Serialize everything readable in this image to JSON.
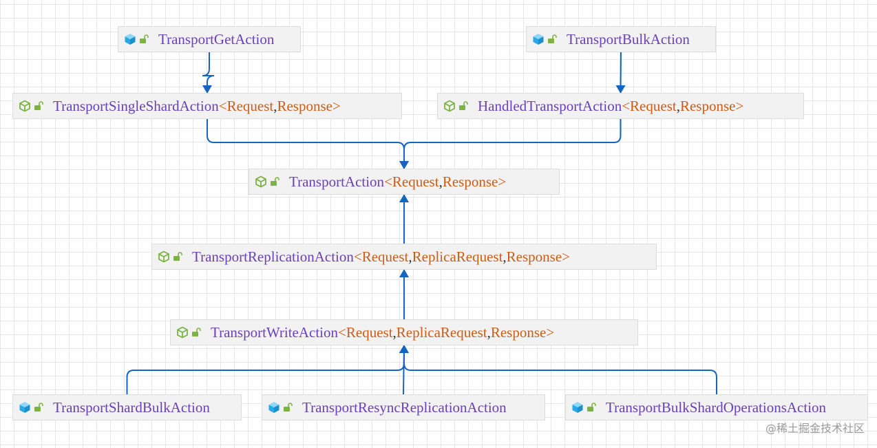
{
  "nodes": [
    {
      "id": "TransportGetAction",
      "kind": "class",
      "name": "TransportGetAction",
      "params": []
    },
    {
      "id": "TransportBulkAction",
      "kind": "class",
      "name": "TransportBulkAction",
      "params": []
    },
    {
      "id": "TransportSingleShardAction",
      "kind": "abstract",
      "name": "TransportSingleShardAction ",
      "params": [
        "Request",
        "Response"
      ]
    },
    {
      "id": "HandledTransportAction",
      "kind": "abstract",
      "name": "HandledTransportAction",
      "params": [
        "Request",
        "Response"
      ]
    },
    {
      "id": "TransportAction",
      "kind": "abstract",
      "name": "TransportAction",
      "params": [
        "Request",
        "Response"
      ]
    },
    {
      "id": "TransportReplicationAction",
      "kind": "abstract",
      "name": "TransportReplicationAction",
      "params": [
        "Request",
        "ReplicaRequest",
        "Response"
      ]
    },
    {
      "id": "TransportWriteAction",
      "kind": "abstract",
      "name": "TransportWriteAction",
      "params": [
        "Request",
        "ReplicaRequest",
        "Response"
      ]
    },
    {
      "id": "TransportShardBulkAction",
      "kind": "class",
      "name": "TransportShardBulkAction",
      "params": []
    },
    {
      "id": "TransportResyncReplicationAction",
      "kind": "class",
      "name": "TransportResyncReplicationAction",
      "params": []
    },
    {
      "id": "TransportBulkShardOperationsAction",
      "kind": "class",
      "name": "TransportBulkShardOperationsAction",
      "params": []
    }
  ],
  "edges": [
    {
      "from": "TransportGetAction",
      "to": "TransportSingleShardAction"
    },
    {
      "from": "TransportBulkAction",
      "to": "HandledTransportAction"
    },
    {
      "from": "TransportSingleShardAction",
      "to": "TransportAction"
    },
    {
      "from": "HandledTransportAction",
      "to": "TransportAction"
    },
    {
      "from": "TransportReplicationAction",
      "to": "TransportAction"
    },
    {
      "from": "TransportWriteAction",
      "to": "TransportReplicationAction"
    },
    {
      "from": "TransportShardBulkAction",
      "to": "TransportWriteAction"
    },
    {
      "from": "TransportResyncReplicationAction",
      "to": "TransportWriteAction"
    },
    {
      "from": "TransportBulkShardOperationsAction",
      "to": "TransportWriteAction"
    }
  ],
  "watermark": "@稀土掘金技术社区",
  "colors": {
    "edge": "#1565c0",
    "class_name": "#6a3fb8",
    "type_param": "#d05b12",
    "class_icon": "#29a8e6",
    "abstract_icon": "#7cb342",
    "lock_icon": "#7cb342",
    "node_fill": "#f2f2f2"
  },
  "icons": {
    "class": "class-cube-icon",
    "abstract": "abstract-class-cube-icon",
    "visibility": "public-unlock-icon"
  }
}
